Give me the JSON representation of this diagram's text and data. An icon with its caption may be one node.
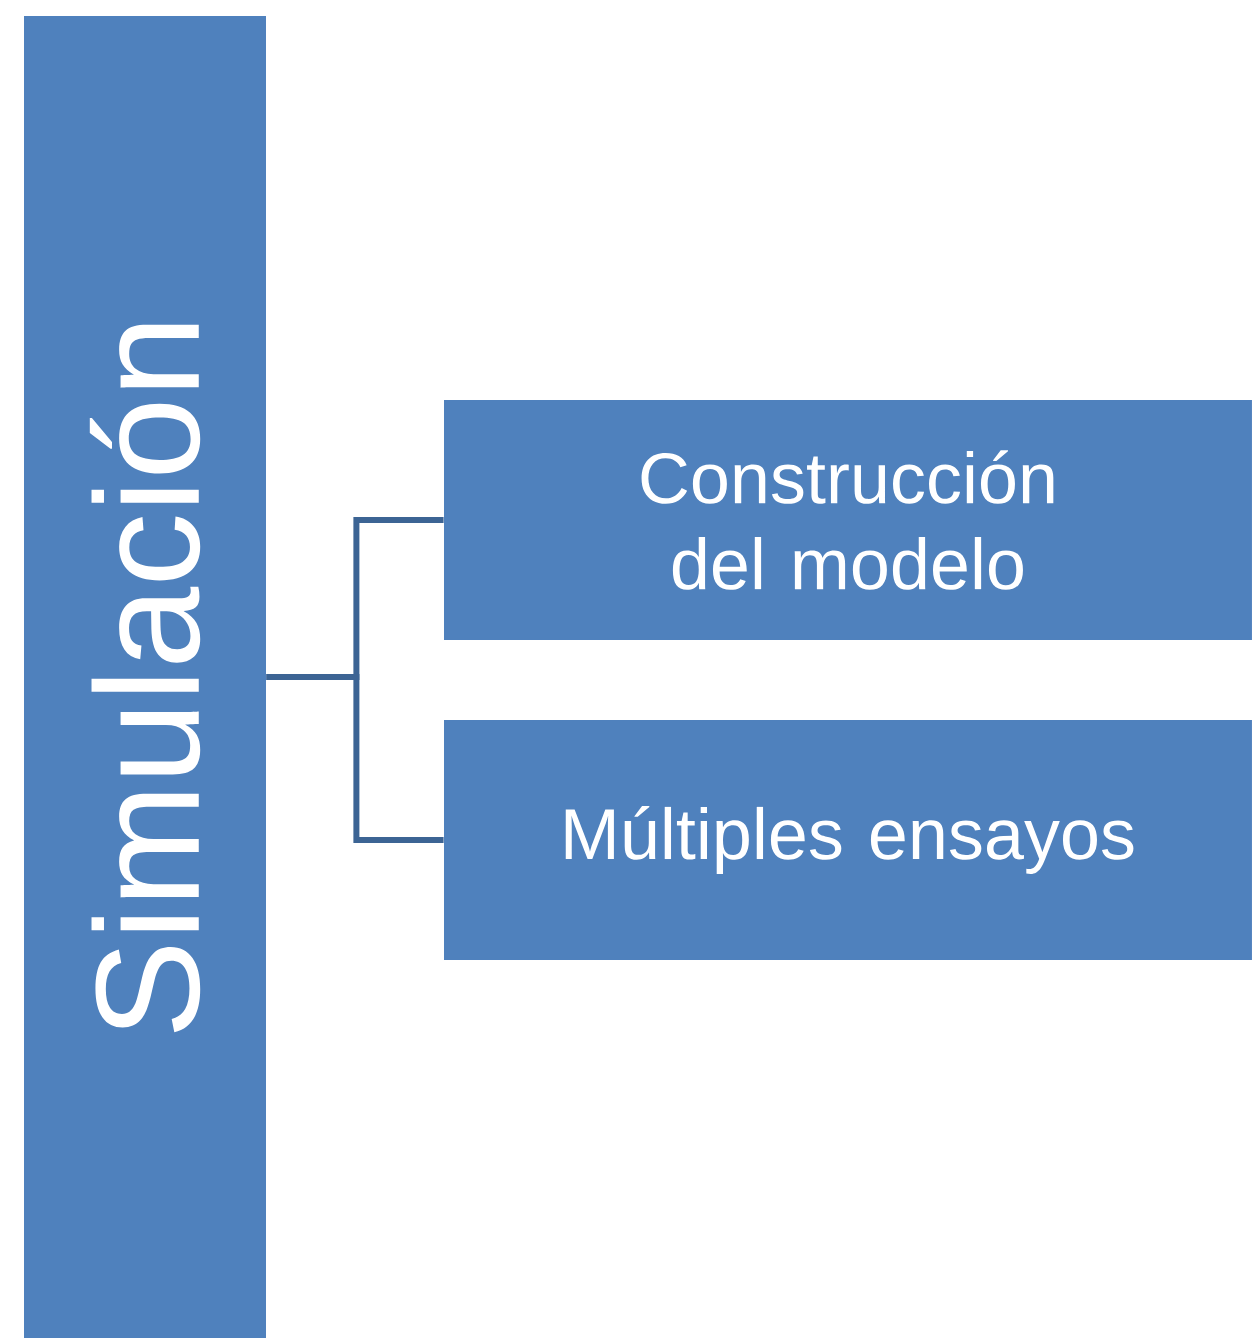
{
  "diagram": {
    "nodes": [
      {
        "text": [
          "Simulación"
        ]
      },
      {
        "text": [
          "Construcción del modelo"
        ]
      },
      {
        "text": [
          "Múltiples ensayos"
        ]
      }
    ],
    "edges": [
      {
        "from": 0,
        "to": 1,
        "arrow": "none"
      },
      {
        "from": 0,
        "to": 2,
        "arrow": "none"
      }
    ]
  }
}
